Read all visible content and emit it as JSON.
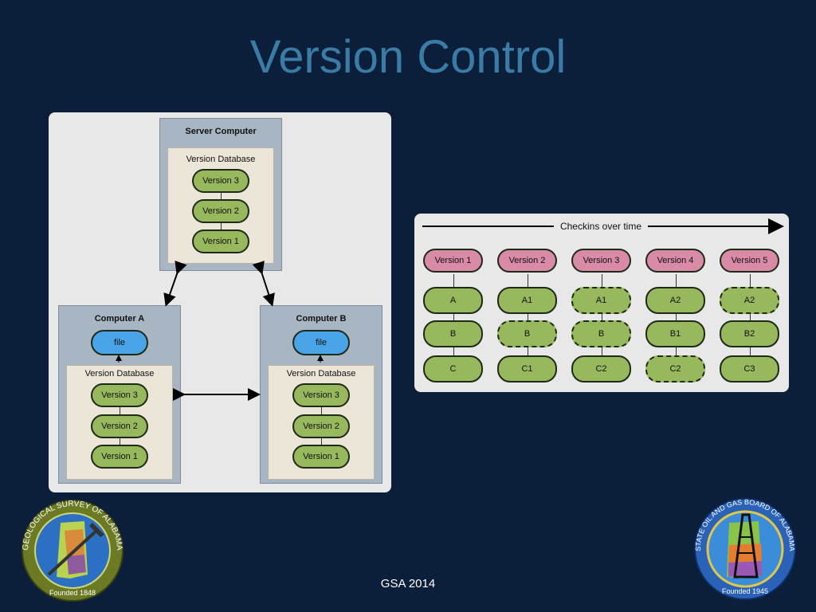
{
  "title": "Version Control",
  "footer": "GSA 2014",
  "left_diagram": {
    "server": {
      "label": "Server Computer",
      "db_label": "Version Database",
      "versions": [
        "Version 3",
        "Version 2",
        "Version 1"
      ]
    },
    "computer_a": {
      "label": "Computer A",
      "file_label": "file",
      "db_label": "Version Database",
      "versions": [
        "Version 3",
        "Version 2",
        "Version 1"
      ]
    },
    "computer_b": {
      "label": "Computer B",
      "file_label": "file",
      "db_label": "Version Database",
      "versions": [
        "Version 3",
        "Version 2",
        "Version 1"
      ]
    }
  },
  "right_diagram": {
    "header": "Checkins over time",
    "columns": [
      {
        "version": "Version 1",
        "items": [
          {
            "label": "A",
            "dashed": false
          },
          {
            "label": "B",
            "dashed": false
          },
          {
            "label": "C",
            "dashed": false
          }
        ]
      },
      {
        "version": "Version 2",
        "items": [
          {
            "label": "A1",
            "dashed": false
          },
          {
            "label": "B",
            "dashed": true
          },
          {
            "label": "C1",
            "dashed": false
          }
        ]
      },
      {
        "version": "Version 3",
        "items": [
          {
            "label": "A1",
            "dashed": true
          },
          {
            "label": "B",
            "dashed": true
          },
          {
            "label": "C2",
            "dashed": false
          }
        ]
      },
      {
        "version": "Version 4",
        "items": [
          {
            "label": "A2",
            "dashed": false
          },
          {
            "label": "B1",
            "dashed": false
          },
          {
            "label": "C2",
            "dashed": true
          }
        ]
      },
      {
        "version": "Version 5",
        "items": [
          {
            "label": "A2",
            "dashed": true
          },
          {
            "label": "B2",
            "dashed": false
          },
          {
            "label": "C3",
            "dashed": false
          }
        ]
      }
    ]
  },
  "logos": {
    "left": {
      "ring_text": "GEOLOGICAL SURVEY OF ALABAMA",
      "founded": "Founded 1848"
    },
    "right": {
      "ring_text": "STATE OIL AND GAS BOARD OF ALABAMA",
      "founded": "Founded 1945"
    }
  },
  "colors": {
    "background": "#0b1f3a",
    "title": "#3a7ca6",
    "green": "#97b85c",
    "blue": "#4aa4e8",
    "pink": "#d88aa6"
  }
}
